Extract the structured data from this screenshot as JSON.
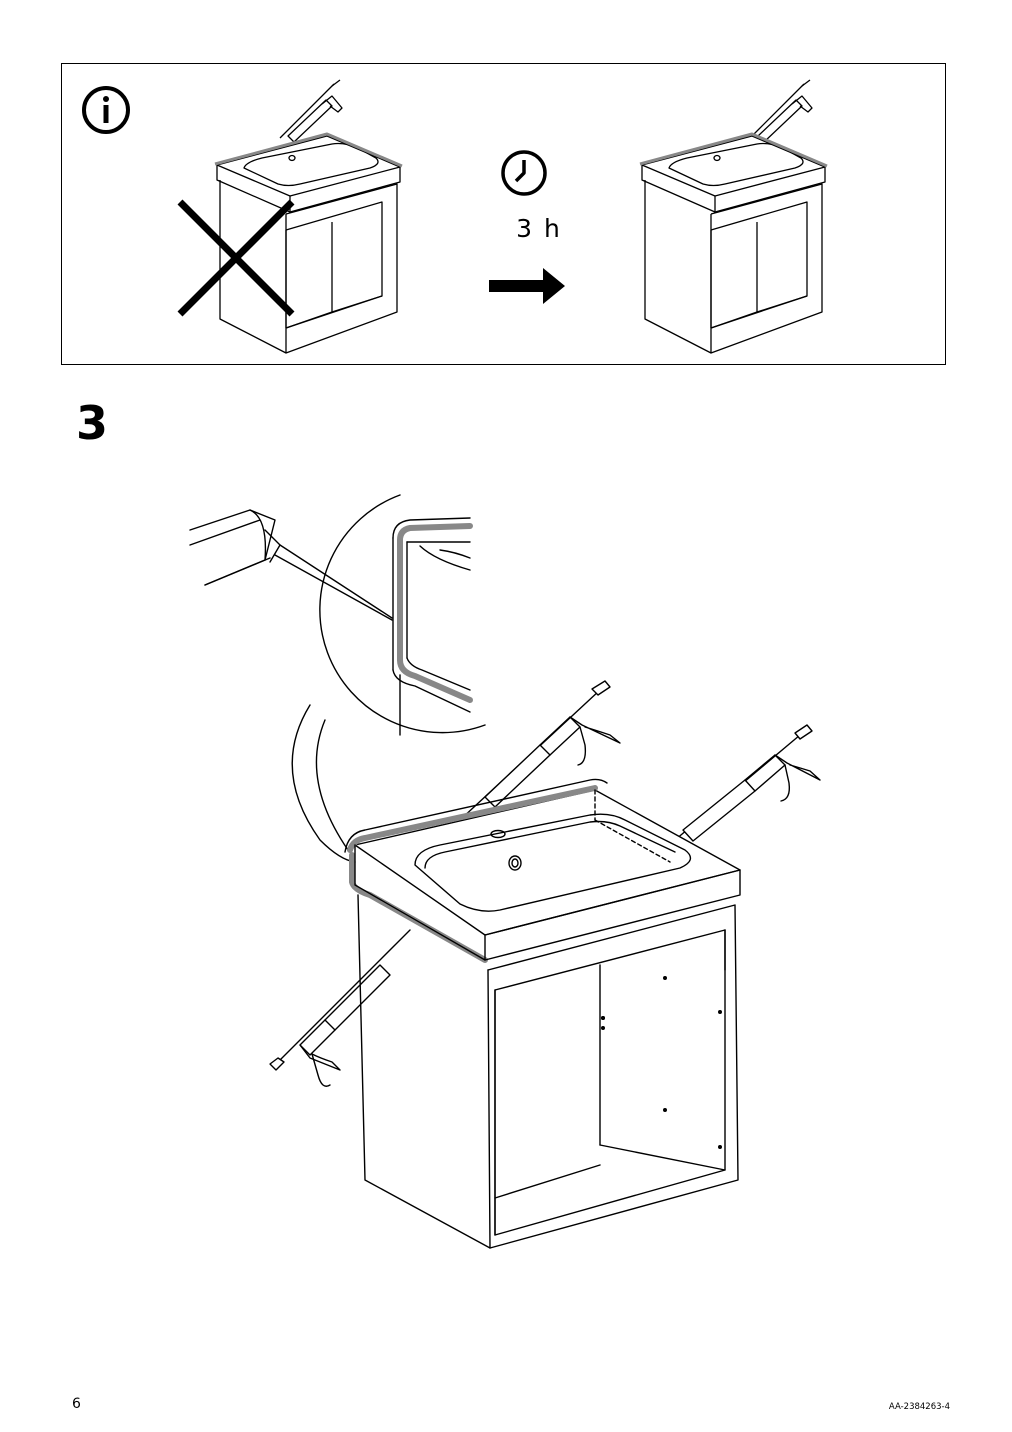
{
  "info_panel": {
    "icon": "info-icon",
    "wrong_label_icon": "cross-icon",
    "clock_icon": "clock-icon",
    "wait_time": "3 h",
    "arrow_icon": "right-arrow-icon"
  },
  "step": {
    "number": "3"
  },
  "footer": {
    "page_number": "6",
    "doc_code": "AA-2384263-4"
  }
}
